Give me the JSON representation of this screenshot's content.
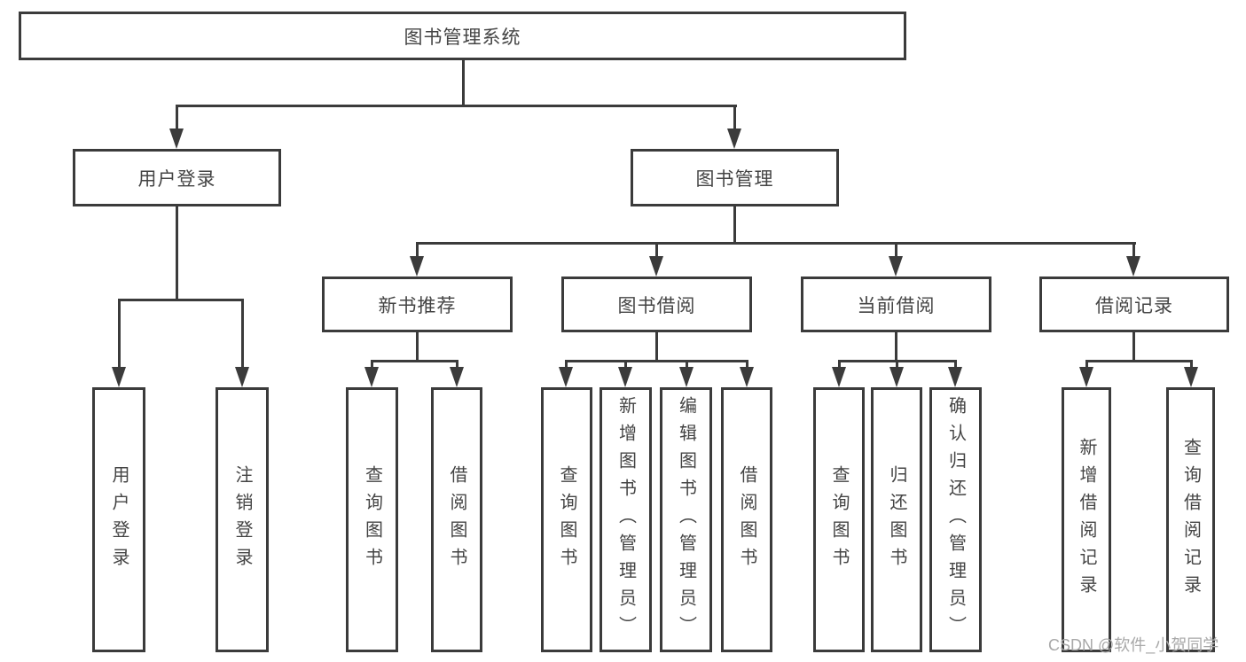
{
  "tree": {
    "root": {
      "label": "图书管理系统"
    },
    "children": [
      {
        "label": "用户登录",
        "children": [
          {
            "label": "用户登录"
          },
          {
            "label": "注销登录"
          }
        ]
      },
      {
        "label": "图书管理",
        "children": [
          {
            "label": "新书推荐",
            "children": [
              {
                "label": "查询图书"
              },
              {
                "label": "借阅图书"
              }
            ]
          },
          {
            "label": "图书借阅",
            "children": [
              {
                "label": "查询图书"
              },
              {
                "label": "新增图书（管理员）"
              },
              {
                "label": "编辑图书（管理员）"
              },
              {
                "label": "借阅图书"
              }
            ]
          },
          {
            "label": "当前借阅",
            "children": [
              {
                "label": "查询图书"
              },
              {
                "label": "归还图书"
              },
              {
                "label": "确认归还（管理员）"
              }
            ]
          },
          {
            "label": "借阅记录",
            "children": [
              {
                "label": "新增借阅记录"
              },
              {
                "label": "查询借阅记录"
              }
            ]
          }
        ]
      }
    ]
  },
  "watermark": "CSDN @软件_小贺同学",
  "colors": {
    "line": "#3b3b3b",
    "text": "#444444",
    "watermark": "#a8a8a8",
    "background": "#ffffff"
  }
}
